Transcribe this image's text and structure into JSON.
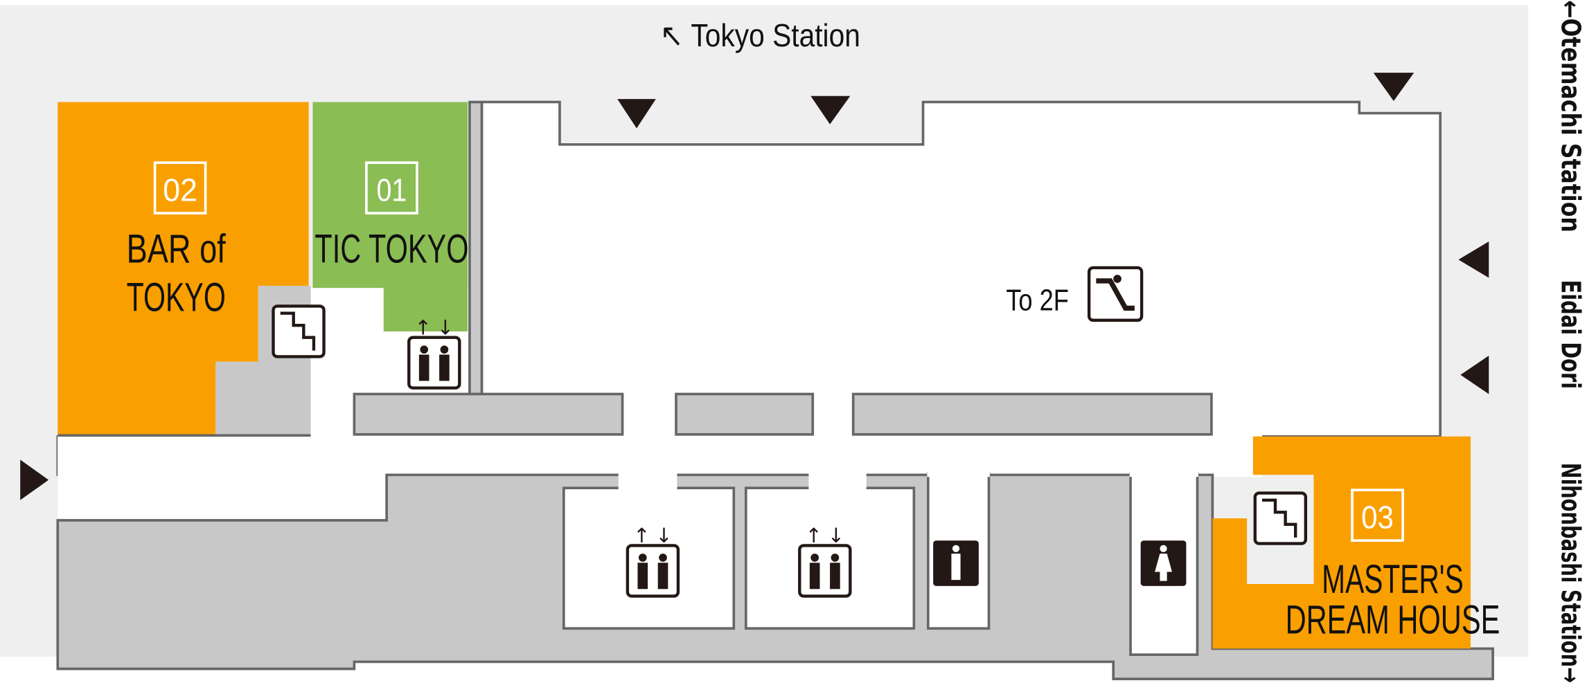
{
  "map": {
    "top_direction": "↖ Tokyo Station",
    "side_labels": {
      "otemachi": "←Otemachi Station",
      "eidai": "Eidai Dori",
      "nihonbashi": "Nihonbashi Station→"
    },
    "shops": [
      {
        "number": "01",
        "name_lines": [
          "TIC TOKYO"
        ],
        "color": "#8bbd55"
      },
      {
        "number": "02",
        "name_lines": [
          "BAR of",
          "TOKYO"
        ],
        "color": "#fa9f00"
      },
      {
        "number": "03",
        "name_lines": [
          "MASTER'S",
          "DREAM HOUSE"
        ],
        "color": "#fa9f00"
      }
    ],
    "escalator_label": "To 2F",
    "colors": {
      "outside": "#efefef",
      "walls": "#c8c8c8",
      "walkway": "#ffffff",
      "icons": "#231815"
    },
    "icons": [
      "stairs-icon",
      "elevator-icon",
      "escalator-icon",
      "mens-restroom-icon",
      "womens-restroom-icon",
      "entrance-arrow-icon"
    ]
  }
}
